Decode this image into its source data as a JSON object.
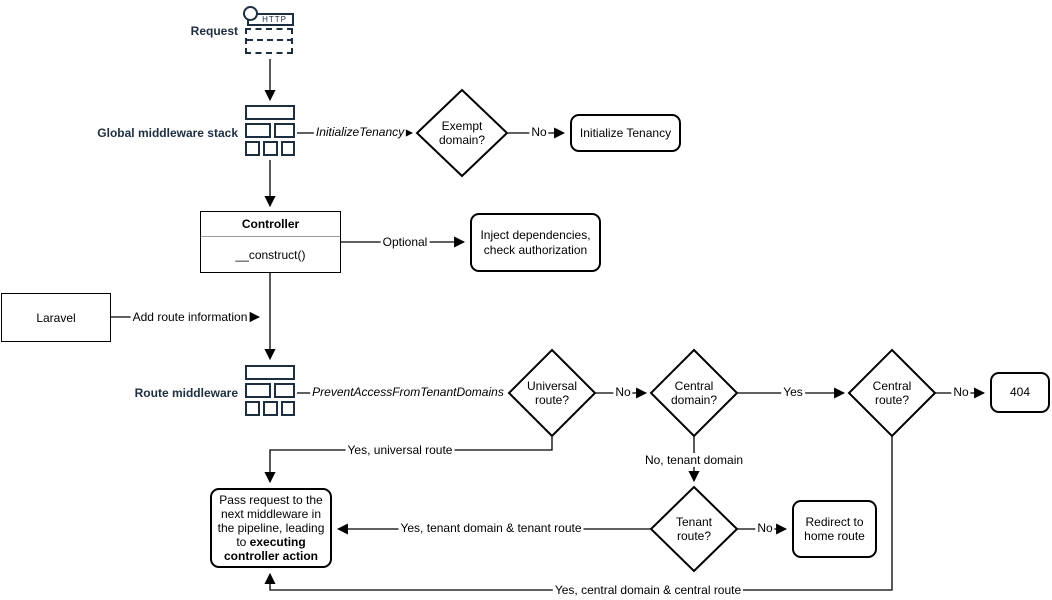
{
  "colors": {
    "navy": "#1c2e40",
    "line": "#000000",
    "node_border": "#000000",
    "background": "#ffffff",
    "uml_divider": "#9a9a9a"
  },
  "nodes": {
    "request": {
      "label": "Request",
      "icon_text": "HTTP"
    },
    "global_middleware": {
      "label": "Global middleware stack"
    },
    "exempt_domain": {
      "label": "Exempt domain?"
    },
    "initialize_tenancy": {
      "label": "Initialize Tenancy"
    },
    "controller": {
      "title": "Controller",
      "method": "__construct()"
    },
    "inject": {
      "label": "Inject dependencies, check authorization"
    },
    "laravel": {
      "label": "Laravel"
    },
    "route_middleware": {
      "label": "Route middleware"
    },
    "universal_route": {
      "label": "Universal route?"
    },
    "central_domain": {
      "label": "Central domain?"
    },
    "central_route": {
      "label": "Central route?"
    },
    "not_found": {
      "label": "404"
    },
    "tenant_route": {
      "label": "Tenant route?"
    },
    "redirect_home": {
      "label": "Redirect to home route"
    },
    "pass_request": {
      "text": "Pass request to the next middleware in the pipeline, leading to",
      "bold": "executing controller action"
    }
  },
  "edges": {
    "initialize_tenancy_middleware": "InitializeTenancy",
    "exempt_no": "No",
    "optional": "Optional",
    "add_route_information": "Add route information",
    "prevent_access_middleware": "PreventAccessFromTenantDomains",
    "universal_no": "No",
    "central_domain_yes": "Yes",
    "central_route_no": "No",
    "yes_universal_route": "Yes, universal route",
    "no_tenant_domain": "No, tenant domain",
    "tenant_no": "No",
    "yes_tenant_domain_route": "Yes, tenant domain & tenant route",
    "yes_central_domain_route": "Yes, central domain & central route"
  }
}
